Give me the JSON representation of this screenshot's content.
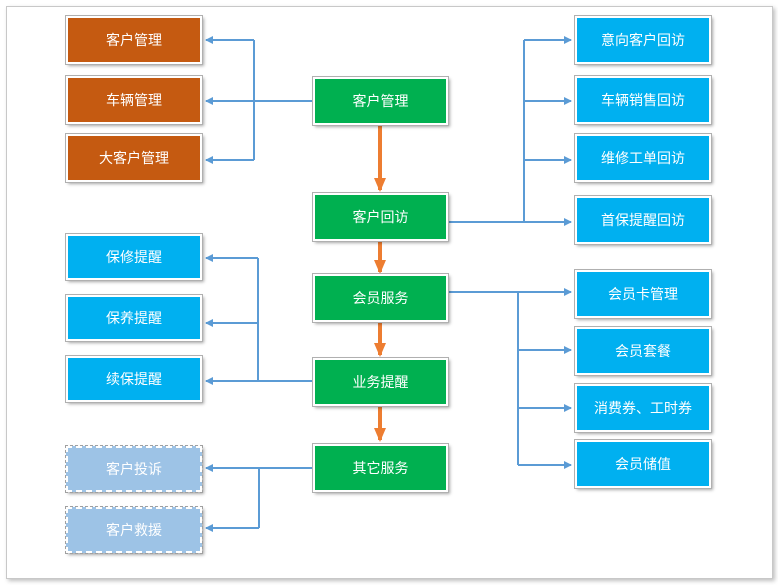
{
  "diagram": {
    "center": {
      "customer_mgmt": "客户管理",
      "customer_visit": "客户回访",
      "member_service": "会员服务",
      "business_reminder": "业务提醒",
      "other_service": "其它服务"
    },
    "left_mgmt": [
      "客户管理",
      "车辆管理",
      "大客户管理"
    ],
    "left_reminder": [
      "保修提醒",
      "保养提醒",
      "续保提醒"
    ],
    "left_other": [
      "客户投诉",
      "客户救援"
    ],
    "right_visit": [
      "意向客户回访",
      "车辆销售回访",
      "维修工单回访",
      "首保提醒回访"
    ],
    "right_member": [
      "会员卡管理",
      "会员套餐",
      "消费券、工时券",
      "会员储值"
    ]
  },
  "colors": {
    "center": "#00b050",
    "mgmt": "#c55a11",
    "blue": "#00b0f0",
    "pale": "#9dc3e6",
    "connector_blue": "#5b9bd5",
    "connector_orange": "#ed7d31"
  }
}
